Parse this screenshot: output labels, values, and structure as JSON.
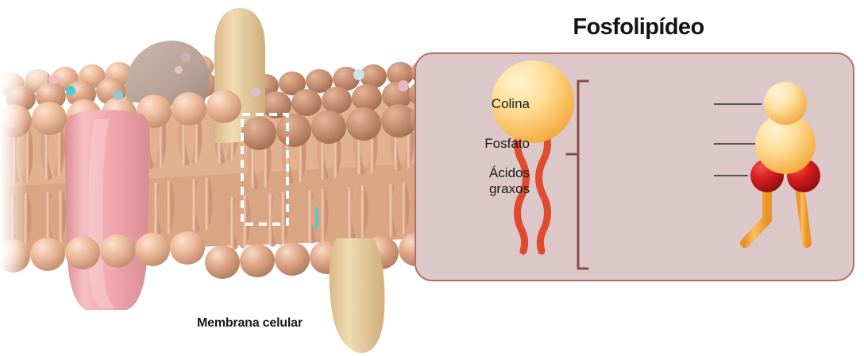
{
  "figure": {
    "caption": "Membrana celular",
    "panel_title": "Fosfolipídeo"
  },
  "panel": {
    "labels": {
      "choline": "Colina",
      "phosphate": "Fosfato",
      "fatty_acids_line1": "Ácidos",
      "fatty_acids_line2": "graxos"
    }
  },
  "colors": {
    "panel_background": "#dcc8c8",
    "panel_border": "#b0706c",
    "bracket": "#8c4c4c",
    "leader_line": "#2b2b2b",
    "head_light": "#ffeeb8",
    "head_mid": "#fcd37e",
    "head_dark": "#f2a73a",
    "tail_simplified": "#e04a2f",
    "tail_detailed": "#f5a93c",
    "fatty_acid_sphere": "#d81b1b",
    "fatty_acid_sphere_dark": "#9c0f10",
    "membrane_head_light": "#f6d3bb",
    "membrane_head_mid": "#e5b194",
    "membrane_head_dark": "#c08a6c",
    "membrane_tail": "#eab896",
    "protein_pink": "#f0a9ae",
    "protein_tan": "#e8cfa2",
    "protein_gray": "#c2aca0",
    "glycan_cyan": "#4fc8dc",
    "glycan_pink": "#f2bcc8",
    "selection_box": "#ffffff",
    "text": "#1a1a1a"
  },
  "annotations": {
    "selection_box_name": "highlighted-phospholipid-region"
  }
}
